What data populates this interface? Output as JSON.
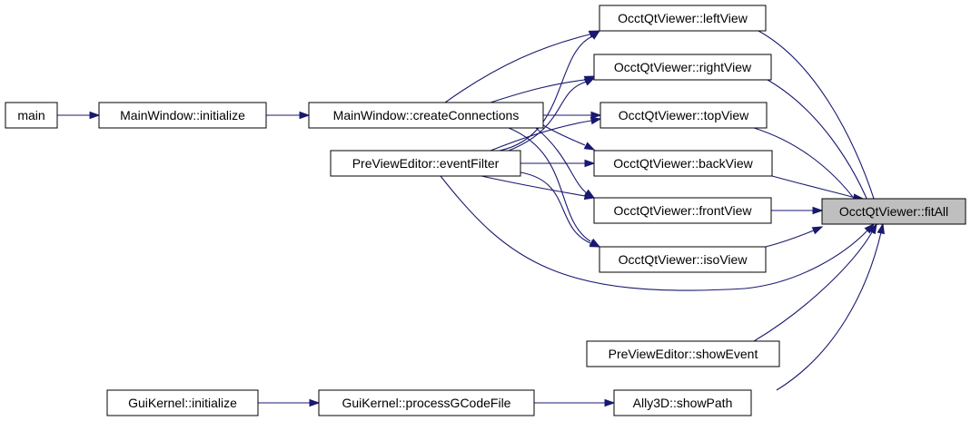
{
  "graph": {
    "nodes": [
      {
        "id": "main",
        "label": "main"
      },
      {
        "id": "mw_init",
        "label": "MainWindow::initialize"
      },
      {
        "id": "create_conn",
        "label": "MainWindow::createConnections"
      },
      {
        "id": "event_filter",
        "label": "PreViewEditor::eventFilter"
      },
      {
        "id": "left_view",
        "label": "OcctQtViewer::leftView"
      },
      {
        "id": "right_view",
        "label": "OcctQtViewer::rightView"
      },
      {
        "id": "top_view",
        "label": "OcctQtViewer::topView"
      },
      {
        "id": "back_view",
        "label": "OcctQtViewer::backView"
      },
      {
        "id": "front_view",
        "label": "OcctQtViewer::frontView"
      },
      {
        "id": "iso_view",
        "label": "OcctQtViewer::isoView"
      },
      {
        "id": "fit_all",
        "label": "OcctQtViewer::fitAll",
        "highlight": true
      },
      {
        "id": "show_event",
        "label": "PreViewEditor::showEvent"
      },
      {
        "id": "gk_init",
        "label": "GuiKernel::initialize"
      },
      {
        "id": "process_gcode",
        "label": "GuiKernel::processGCodeFile"
      },
      {
        "id": "show_path",
        "label": "Ally3D::showPath"
      }
    ],
    "edges": [
      {
        "from": "main",
        "to": "mw_init"
      },
      {
        "from": "mw_init",
        "to": "create_conn"
      },
      {
        "from": "create_conn",
        "to": "left_view"
      },
      {
        "from": "create_conn",
        "to": "right_view"
      },
      {
        "from": "create_conn",
        "to": "top_view"
      },
      {
        "from": "create_conn",
        "to": "back_view"
      },
      {
        "from": "create_conn",
        "to": "front_view"
      },
      {
        "from": "create_conn",
        "to": "iso_view"
      },
      {
        "from": "event_filter",
        "to": "left_view"
      },
      {
        "from": "event_filter",
        "to": "right_view"
      },
      {
        "from": "event_filter",
        "to": "top_view"
      },
      {
        "from": "event_filter",
        "to": "back_view"
      },
      {
        "from": "event_filter",
        "to": "front_view"
      },
      {
        "from": "event_filter",
        "to": "iso_view"
      },
      {
        "from": "event_filter",
        "to": "fit_all"
      },
      {
        "from": "left_view",
        "to": "fit_all"
      },
      {
        "from": "right_view",
        "to": "fit_all"
      },
      {
        "from": "top_view",
        "to": "fit_all"
      },
      {
        "from": "back_view",
        "to": "fit_all"
      },
      {
        "from": "front_view",
        "to": "fit_all"
      },
      {
        "from": "iso_view",
        "to": "fit_all"
      },
      {
        "from": "show_event",
        "to": "fit_all"
      },
      {
        "from": "gk_init",
        "to": "process_gcode"
      },
      {
        "from": "process_gcode",
        "to": "show_path"
      },
      {
        "from": "show_path",
        "to": "fit_all"
      }
    ]
  },
  "colors": {
    "edge": "#191970",
    "node_border": "#000000",
    "node_fill": "#ffffff",
    "highlight_fill": "#bfbfbf"
  }
}
